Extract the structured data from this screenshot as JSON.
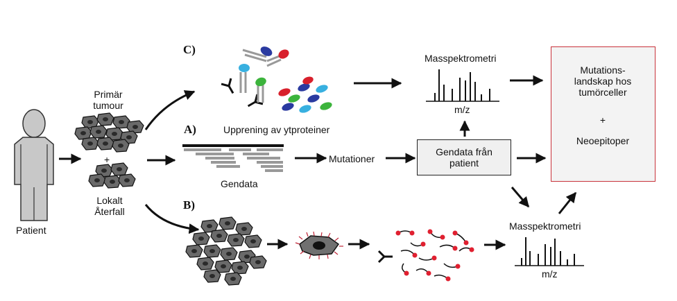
{
  "labels": {
    "patient": "Patient",
    "primary_tumour": [
      "Primär",
      "tumour"
    ],
    "plus": "+",
    "local_relapse": [
      "Lokalt",
      "Återfall"
    ],
    "section_c": "C)",
    "section_a": "A)",
    "section_b": "B)",
    "surface_proteins": "Upprening av ytproteiner",
    "gene_data": "Gendata",
    "mutations": "Mutationer",
    "ms_top": "Masspektrometri",
    "mz_top": "m/z",
    "ms_bottom": "Masspektrometri",
    "mz_bottom": "m/z",
    "patient_gene_data": [
      "Gendata från",
      "patient"
    ],
    "result_box": {
      "title": [
        "Mutations-",
        "landskap hos",
        "tumörceller"
      ],
      "plus": "+",
      "subtitle": "Neoepitoper"
    }
  },
  "colors": {
    "red_box_border": "#c8323a",
    "peptide_red": "#e02030",
    "protein_blue": "#2a3aa0",
    "protein_cyan": "#38b0e0",
    "protein_green": "#3cb43c",
    "protein_red": "#d8202c"
  }
}
